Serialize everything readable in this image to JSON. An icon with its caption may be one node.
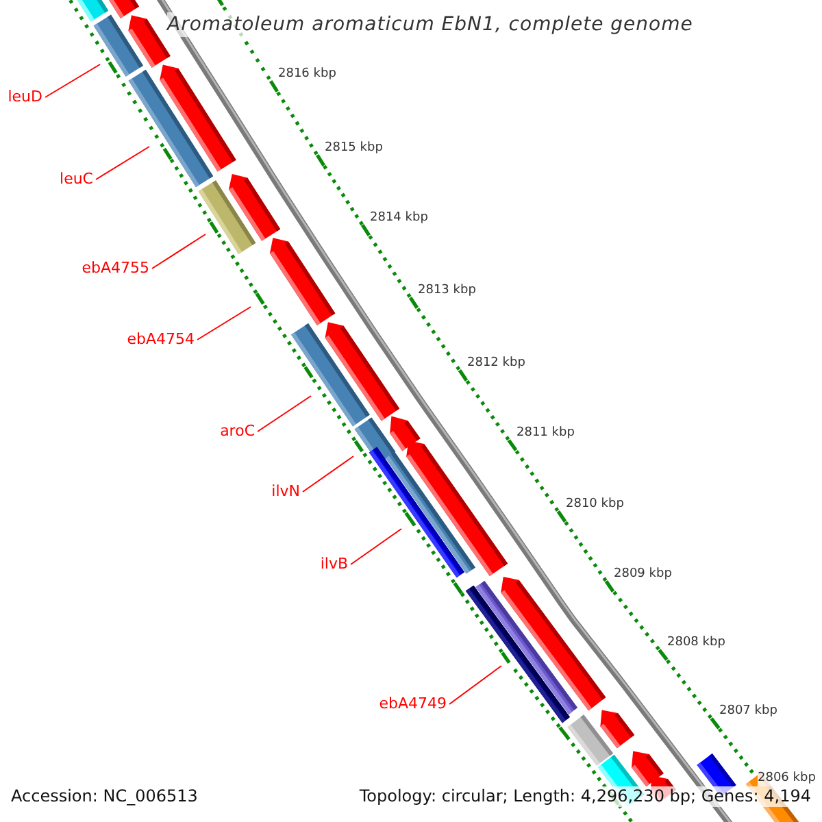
{
  "diagram": {
    "title": "Aromatoleum aromaticum EbN1, complete genome",
    "nodes": [
      {
        "text": [
          "leuD"
        ]
      },
      {
        "text": [
          "leuC"
        ]
      },
      {
        "text": [
          "ebA4755"
        ]
      },
      {
        "text": [
          "ebA4754"
        ]
      },
      {
        "text": [
          "aroC"
        ]
      },
      {
        "text": [
          "ilvN"
        ]
      },
      {
        "text": [
          "ilvB"
        ]
      },
      {
        "text": [
          "ebA4749"
        ]
      }
    ],
    "edges": [
      {
        "from": 0,
        "to": null,
        "arrow": "none"
      },
      {
        "from": 1,
        "to": null,
        "arrow": "none"
      },
      {
        "from": 2,
        "to": null,
        "arrow": "none"
      },
      {
        "from": 3,
        "to": null,
        "arrow": "none"
      },
      {
        "from": 4,
        "to": null,
        "arrow": "none"
      },
      {
        "from": 5,
        "to": null,
        "arrow": "none"
      },
      {
        "from": 6,
        "to": null,
        "arrow": "none"
      },
      {
        "from": 7,
        "to": null,
        "arrow": "none"
      }
    ],
    "labels": [
      "2816 kbp",
      "2815 kbp",
      "2814 kbp",
      "2813 kbp",
      "2812 kbp",
      "2811 kbp",
      "2810 kbp",
      "2809 kbp",
      "2808 kbp",
      "2807 kbp",
      "2806 kbp",
      "Accession: NC_006513",
      "Topology: circular; Length: 4,296,230 bp; Genes: 4,194"
    ]
  }
}
